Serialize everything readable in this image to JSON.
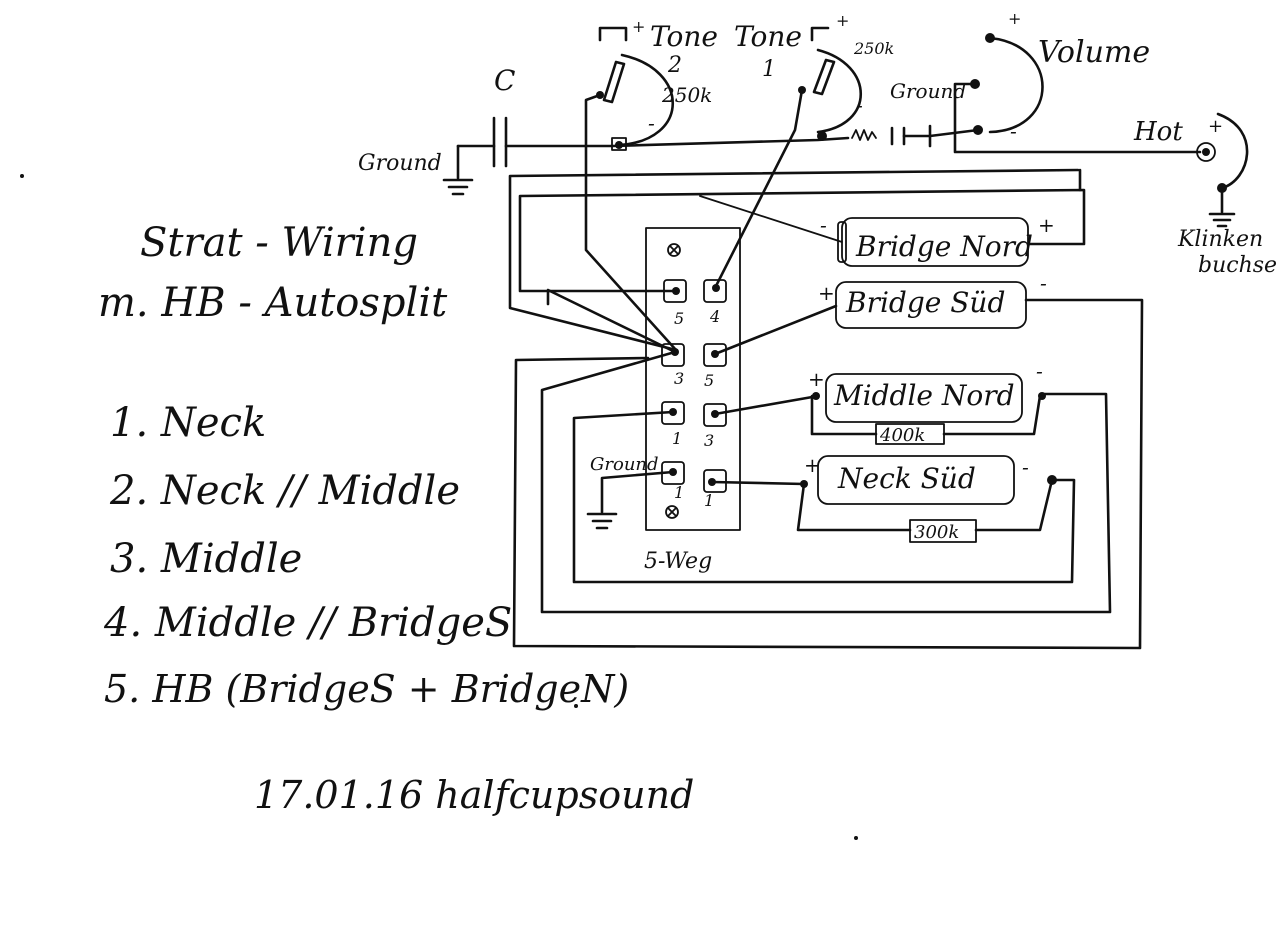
{
  "title": {
    "line1": "Strat - Wiring",
    "line2": "m. HB - Autosplit"
  },
  "pots": {
    "tone2": {
      "label": "Tone",
      "number": "2",
      "value": "250k"
    },
    "tone1": {
      "label": "Tone",
      "number": "1",
      "value": "250k"
    },
    "volume": {
      "label": "Volume"
    }
  },
  "capacitor_label": "C",
  "ground_labels": {
    "left": "Ground",
    "volume": "Ground",
    "switch": "Ground"
  },
  "jack": {
    "hot": "Hot",
    "sleeve_line1": "Klinken",
    "sleeve_line2": "buchse"
  },
  "pickups": {
    "bridge_north": "Bridge Nord",
    "bridge_south": "Bridge Süd",
    "middle_north": "Middle Nord",
    "neck_south": "Neck Süd"
  },
  "resistors": {
    "middle": "400k",
    "neck": "300k"
  },
  "switch": {
    "label": "5-Weg",
    "lug_numbers_left": [
      "5",
      "3",
      "1",
      "1"
    ],
    "lug_numbers_right": [
      "4",
      "5",
      "3",
      "1"
    ]
  },
  "polarity": {
    "plus": "+",
    "minus": "-"
  },
  "positions": {
    "p1": "1. Neck",
    "p2": "2. Neck // Middle",
    "p3": "3. Middle",
    "p4": "4. Middle // BridgeS",
    "p5": "5. HB (BridgeS + BridgeN)"
  },
  "footer": "17.01.16 halfcupsound"
}
